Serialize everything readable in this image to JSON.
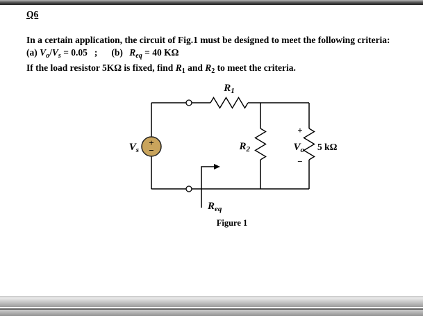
{
  "problem": {
    "q_label": "Q6",
    "intro": "In a certain application, the circuit of  Fig.1 must be designed to meet the following criteria:",
    "crit_a_prefix": "(a) ",
    "v": "V",
    "sub_o": "o",
    "slash": "/",
    "sub_s": "s",
    "crit_a_value": " = 0.05",
    "separator": ";",
    "crit_b_prefix": "(b) ",
    "r": "R",
    "sub_eq": "eq",
    "crit_b_value": " = 40 KΩ",
    "line3_part1": "If the load resistor 5KΩ is fixed, find ",
    "sub_1": "1",
    "line3_part2": " and ",
    "sub_2": "2",
    "line3_part3": " to meet the criteria."
  },
  "circuit": {
    "r1": "R",
    "r1_sub": "1",
    "r2": "R",
    "r2_sub": "2",
    "vs": "V",
    "vs_sub": "s",
    "vo": "V",
    "vo_sub": "o",
    "load": "5 kΩ",
    "req": "R",
    "req_sub": "eq",
    "plus": "+",
    "minus": "−",
    "src_plus": "+",
    "src_minus": "−",
    "source_fill": "#c9a45c",
    "caption": "Figure 1"
  }
}
